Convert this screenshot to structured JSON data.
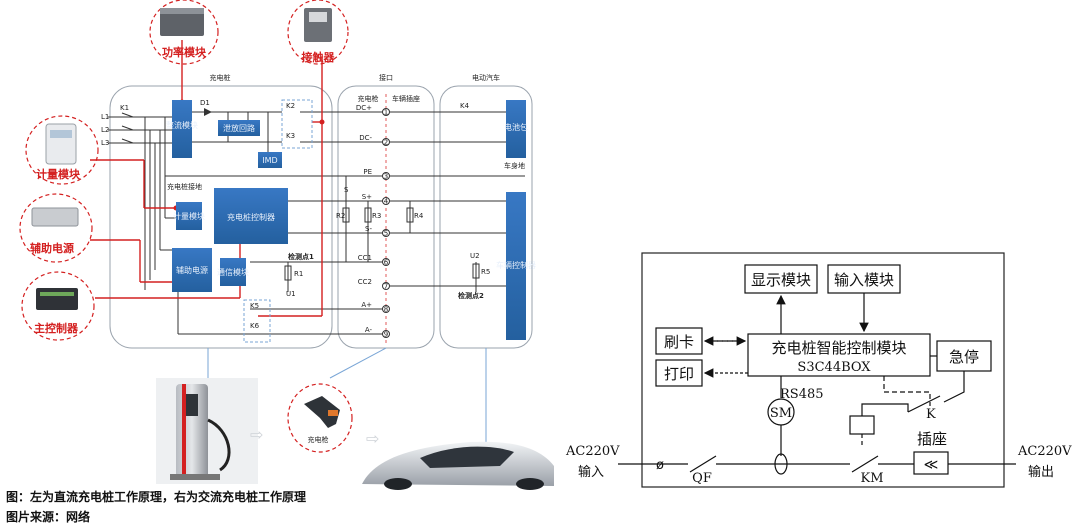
{
  "dc": {
    "sections": {
      "pile": "充电桩",
      "interface": "接口",
      "vehicle": "电动汽车"
    },
    "callouts": {
      "power": "功率模块",
      "contactor": "接触器",
      "meter": "计量模块",
      "aux": "辅助电源",
      "main": "主控制器"
    },
    "blocks": {
      "rectifier": "整流模块",
      "discharge": "泄放回路",
      "imd": "IMD",
      "meter": "计量模块",
      "controller": "充电桩控制器",
      "aux": "辅助电源",
      "comm": "通信模块",
      "battery": "电池包",
      "vcu": "车辆控制器"
    },
    "labels": {
      "gun": "充电枪",
      "socket": "车辆插座",
      "ground_pile": "充电桩接地",
      "ground_car": "车身地",
      "check1": "检测点1",
      "check2": "检测点2",
      "gun_bubble": "充电枪"
    },
    "pins": [
      "DC+",
      "DC-",
      "PE",
      "S+",
      "S-",
      "CC1",
      "CC2",
      "A+",
      "A-"
    ],
    "pin_nums": [
      "1",
      "2",
      "3",
      "4",
      "5",
      "6",
      "7",
      "8",
      "9"
    ],
    "phases": [
      "L1",
      "L2",
      "L3"
    ],
    "k": {
      "k1": "K1",
      "k2": "K2",
      "k3": "K3",
      "k4": "K4",
      "k5": "K5",
      "k6": "K6",
      "d1": "D1",
      "s": "S"
    },
    "r": {
      "r1": "R1",
      "r2": "R2",
      "r3": "R3",
      "r4": "R4",
      "r5": "R5",
      "u1": "U1",
      "u2": "U2"
    }
  },
  "ac": {
    "display": "显示模块",
    "input": "输入模块",
    "card": "刷卡",
    "print": "打印",
    "controller_line1": "充电桩智能控制模块",
    "controller_line2": "S3C44BOX",
    "estop": "急停",
    "rs485": "RS485",
    "sm": "SM",
    "k": "K",
    "socket": "插座",
    "qf": "QF",
    "km": "KM",
    "ac_in_line1": "AC220V",
    "ac_in_line2": "输入",
    "ac_out_line1": "AC220V",
    "ac_out_line2": "输出"
  },
  "caption": {
    "line1": "图：左为直流充电桩工作原理，右为交流充电桩工作原理",
    "line2": "图片来源：网络"
  },
  "colors": {
    "block": "#2b6cb5",
    "callout": "#d42020",
    "bus": "#333333"
  }
}
